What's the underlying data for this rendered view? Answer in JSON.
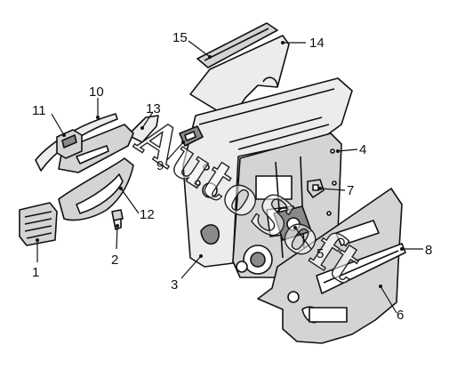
{
  "diagram": {
    "callouts": [
      "1",
      "2",
      "3",
      "4",
      "5",
      "6",
      "7",
      "8",
      "9",
      "10",
      "11",
      "12",
      "13",
      "14",
      "15"
    ],
    "watermark": "AutoSoft"
  }
}
